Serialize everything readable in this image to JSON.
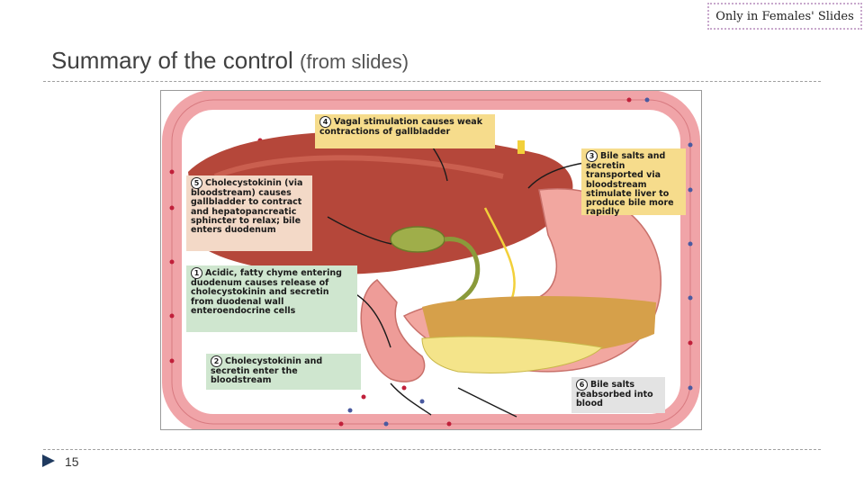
{
  "banner": "Only in Females' Slides",
  "title": {
    "main": "Summary of the control",
    "sub": "(from slides)"
  },
  "figure": {
    "labels": [
      {
        "num": "4",
        "text": "Vagal stimulation causes weak contractions of gallbladder"
      },
      {
        "num": "3",
        "text": "Bile salts and secretin transported via bloodstream stimulate liver to produce bile more rapidly"
      },
      {
        "num": "5",
        "text": "Cholecystokinin (via bloodstream) causes gallbladder to contract and hepatopancreatic sphincter to relax; bile enters duodenum"
      },
      {
        "num": "1",
        "text": "Acidic, fatty chyme entering duodenum causes release of cholecystokinin and secretin from duodenal wall enteroendocrine cells"
      },
      {
        "num": "2",
        "text": "Cholecystokinin and secretin enter the bloodstream"
      },
      {
        "num": "6",
        "text": "Bile salts reabsorbed into blood"
      }
    ]
  },
  "page_number": "15"
}
